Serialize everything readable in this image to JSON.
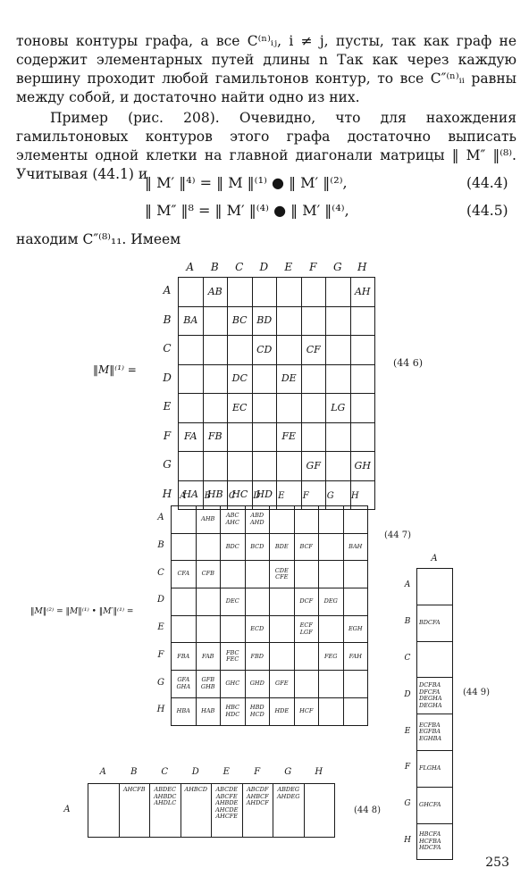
{
  "paragraph1": "тоновы контуры графа, а все C⁽ⁿ⁾ᵢⱼ, i ≠ j, пусты, так как граф не содержит элементарных путей длины n Так как через каждую вершину проходит любой гамильтонов контур, то все C″⁽ⁿ⁾ᵢᵢ равны между собой, и достаточно найти одно из них.",
  "paragraph2": "Пример (рис. 208). Очевидно, что для нахождения гамильтоновых контуров этого графа достаточно выписать элементы одной клетки на главной диагонали матрицы ‖ M″ ‖⁽⁸⁾. Учитывая (44.1) и",
  "eq1": {
    "text": "‖ M′ ‖⁴⁾ = ‖ M ‖⁽¹⁾ ● ‖ M′ ‖⁽²⁾,",
    "number": "(44.4)"
  },
  "eq2": {
    "text": "‖ M″ ‖⁸ = ‖ M′ ‖⁽⁴⁾ ● ‖ M′ ‖⁽⁴⁾,",
    "number": "(44.5)"
  },
  "paragraph3": "находим C″⁽⁸⁾₁₁. Имеем",
  "matrix1": {
    "label": "‖M‖⁽¹⁾ =",
    "number": "(44 6)",
    "cols": [
      "A",
      "B",
      "C",
      "D",
      "E",
      "F",
      "G",
      "H"
    ],
    "rows": [
      "A",
      "B",
      "C",
      "D",
      "E",
      "F",
      "G",
      "H"
    ],
    "cells": [
      [
        "",
        "AB",
        "",
        "",
        "",
        "",
        "",
        "AH"
      ],
      [
        "BA",
        "",
        "BC",
        "BD",
        "",
        "",
        "",
        ""
      ],
      [
        "",
        "",
        "",
        "CD",
        "",
        "CF",
        "",
        ""
      ],
      [
        "",
        "",
        "DC",
        "",
        "DE",
        "",
        "",
        ""
      ],
      [
        "",
        "",
        "EC",
        "",
        "",
        "",
        "LG",
        ""
      ],
      [
        "FA",
        "FB",
        "",
        "",
        "FE",
        "",
        "",
        ""
      ],
      [
        "",
        "",
        "",
        "",
        "",
        "GF",
        "",
        "GH"
      ],
      [
        "HA",
        "HB",
        "HC",
        "HD",
        "",
        "",
        "",
        ""
      ]
    ]
  },
  "matrix2": {
    "label": "‖M‖⁽²⁾ = ‖M‖⁽¹⁾ • ‖M′‖⁽¹⁾ =",
    "number": "(44 7)",
    "cols": [
      "A",
      "B",
      "C",
      "D",
      "E",
      "F",
      "G",
      "H"
    ],
    "rows": [
      "A",
      "B",
      "C",
      "D",
      "E",
      "F",
      "G",
      "H"
    ],
    "cells": [
      [
        "",
        "AHB",
        "ABC AHC",
        "ABD AHD",
        "",
        "",
        "",
        ""
      ],
      [
        "",
        "",
        "BDC",
        "BCD",
        "BDE",
        "BCF",
        "",
        "BAH"
      ],
      [
        "CFA",
        "CFB",
        "",
        "",
        "CDE CFE",
        "",
        "",
        ""
      ],
      [
        "",
        "",
        "DEC",
        "",
        "",
        "DCF",
        "DEG",
        ""
      ],
      [
        "",
        "",
        "",
        "ECD",
        "",
        "ECF LGF",
        "",
        "EGH"
      ],
      [
        "FBA",
        "FAB",
        "FBC FEC",
        "FBD",
        "",
        "",
        "FEG",
        "FAH"
      ],
      [
        "GFA GHA",
        "GFB GHB",
        "GHC",
        "GHD",
        "GFE",
        "",
        "",
        ""
      ],
      [
        "HBA",
        "HAB",
        "HBC HDC",
        "HBD HCD",
        "HDE",
        "HCF",
        "",
        ""
      ]
    ]
  },
  "matrix3": {
    "number": "(44 8)",
    "cols": [
      "A",
      "B",
      "C",
      "D",
      "E",
      "F",
      "G",
      "H"
    ],
    "row": "A",
    "cells": [
      "",
      "AHCFB",
      "ABDEC AHBDC AHDLC",
      "AHBCD",
      "ABCDE ABCFE AHBDE AHCDE AHCFE",
      "ABCDF AHBCF AHDCF",
      "ABDEG AHDEG",
      ""
    ]
  },
  "matrix4": {
    "number": "(44 9)",
    "col": "A",
    "rows": [
      "A",
      "B",
      "C",
      "D",
      "E",
      "F",
      "G",
      "H"
    ],
    "cells": [
      "",
      "BDCFA",
      "",
      "DCFBA DFCFA DEGHA DEGHA",
      "ECFBA EGFBA EGHBA",
      "FLGHA",
      "GHCFA",
      "HBCFA HCFBA HDCFA"
    ]
  },
  "page_number": "253"
}
